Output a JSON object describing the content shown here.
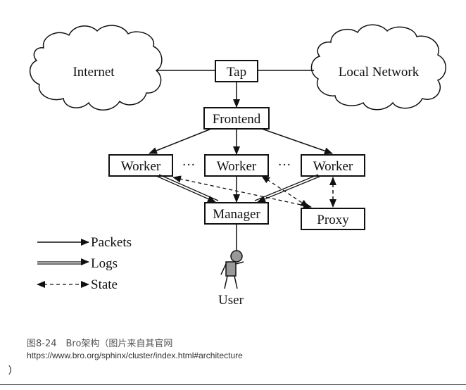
{
  "diagram": {
    "nodes": {
      "internet": "Internet",
      "local_network": "Local Network",
      "tap": "Tap",
      "frontend": "Frontend",
      "worker_left": "Worker",
      "worker_mid": "Worker",
      "worker_right": "Worker",
      "ellipsis_left": "···",
      "ellipsis_right": "···",
      "manager": "Manager",
      "proxy": "Proxy",
      "user": "User"
    },
    "legend": {
      "packets": "Packets",
      "logs": "Logs",
      "state": "State"
    }
  },
  "caption": {
    "figure": "图8-24　Bro架构（图片来自其官网",
    "url": "https://www.bro.org/sphinx/cluster/index.html#architecture",
    "closing": ")"
  }
}
